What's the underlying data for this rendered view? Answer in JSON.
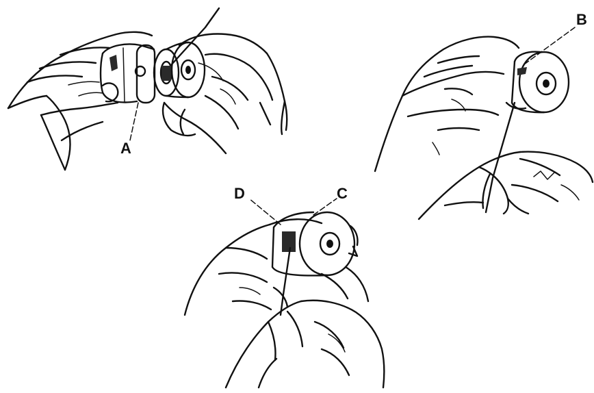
{
  "callouts": {
    "a": "A",
    "b": "B",
    "c": "C",
    "d": "D"
  },
  "colors": {
    "ink": "#111111",
    "paper": "#ffffff"
  }
}
